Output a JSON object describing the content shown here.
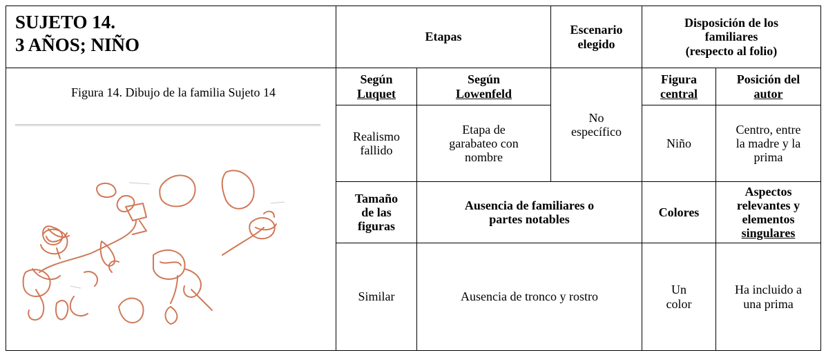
{
  "subject": {
    "line1": "SUJETO 14.",
    "line2": "3 AÑOS; NIÑO"
  },
  "figure": {
    "caption": "Figura 14. Dibujo de la familia Sujeto 14"
  },
  "header": {
    "etapas": "Etapas",
    "escenario": [
      "Escenario",
      "elegido"
    ],
    "disposicion": [
      "Disposición de los",
      "familiares",
      "(respecto al folio)"
    ]
  },
  "subheader": {
    "luquet": [
      "Según",
      "Luquet"
    ],
    "lowenfeld": [
      "Según",
      "Lowenfeld"
    ],
    "figura_central": [
      "Figura",
      "central"
    ],
    "posicion_autor": [
      "Posición del",
      "autor"
    ]
  },
  "values_row1": {
    "luquet": [
      "Realismo",
      "fallido"
    ],
    "lowenfeld": [
      "Etapa de",
      "garabateo con",
      "nombre"
    ],
    "escenario": [
      "No",
      "específico"
    ],
    "figura_central": "Niño",
    "posicion_autor": [
      "Centro, entre",
      "la madre y la",
      "prima"
    ]
  },
  "header2": {
    "tamano": [
      "Tamaño",
      "de las",
      "figuras"
    ],
    "ausencia": [
      "Ausencia de familiares o",
      "partes notables"
    ],
    "colores": "Colores",
    "aspectos": [
      "Aspectos",
      "relevantes y",
      "elementos",
      "singulares"
    ]
  },
  "values_row2": {
    "tamano": "Similar",
    "ausencia": "Ausencia de tronco y rostro",
    "colores": [
      "Un",
      "color"
    ],
    "aspectos": [
      "Ha incluido a",
      "una prima"
    ]
  },
  "colors": {
    "drawing_stroke": "#c8613a",
    "border": "#000000"
  }
}
